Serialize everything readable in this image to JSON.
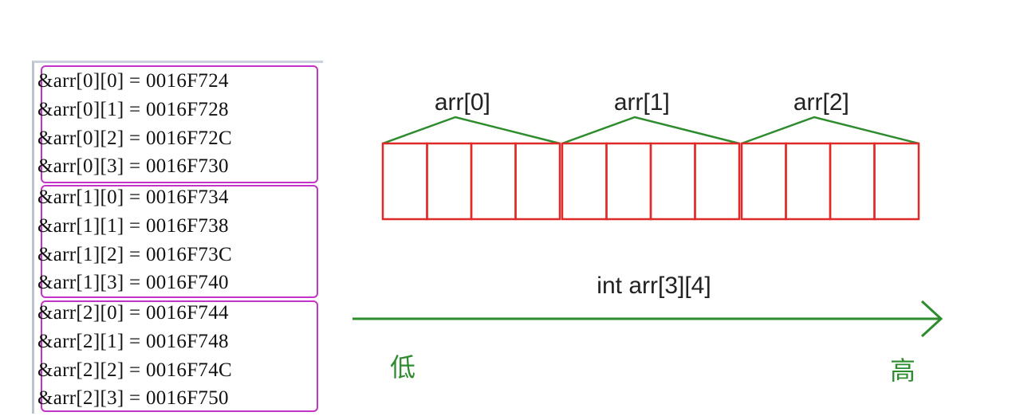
{
  "console": {
    "groups": [
      {
        "lines": [
          "&arr[0][0] = 0016F724",
          "&arr[0][1] = 0016F728",
          "&arr[0][2] = 0016F72C",
          "&arr[0][3] = 0016F730"
        ]
      },
      {
        "lines": [
          "&arr[1][0] = 0016F734",
          "&arr[1][1] = 0016F738",
          "&arr[1][2] = 0016F73C",
          "&arr[1][3] = 0016F740"
        ]
      },
      {
        "lines": [
          "&arr[2][0] = 0016F744",
          "&arr[2][1] = 0016F748",
          "&arr[2][2] = 0016F74C",
          "&arr[2][3] = 0016F750"
        ]
      }
    ]
  },
  "diagram": {
    "row_labels": [
      "arr[0]",
      "arr[1]",
      "arr[2]"
    ],
    "cells_per_row": 4,
    "title": "int arr[3][4]",
    "low_label": "低",
    "high_label": "高",
    "colors": {
      "cells": "#e02a2a",
      "braces": "#2e8b2e",
      "arrow": "#2e8b2e",
      "group_border": "#c233c8"
    }
  }
}
